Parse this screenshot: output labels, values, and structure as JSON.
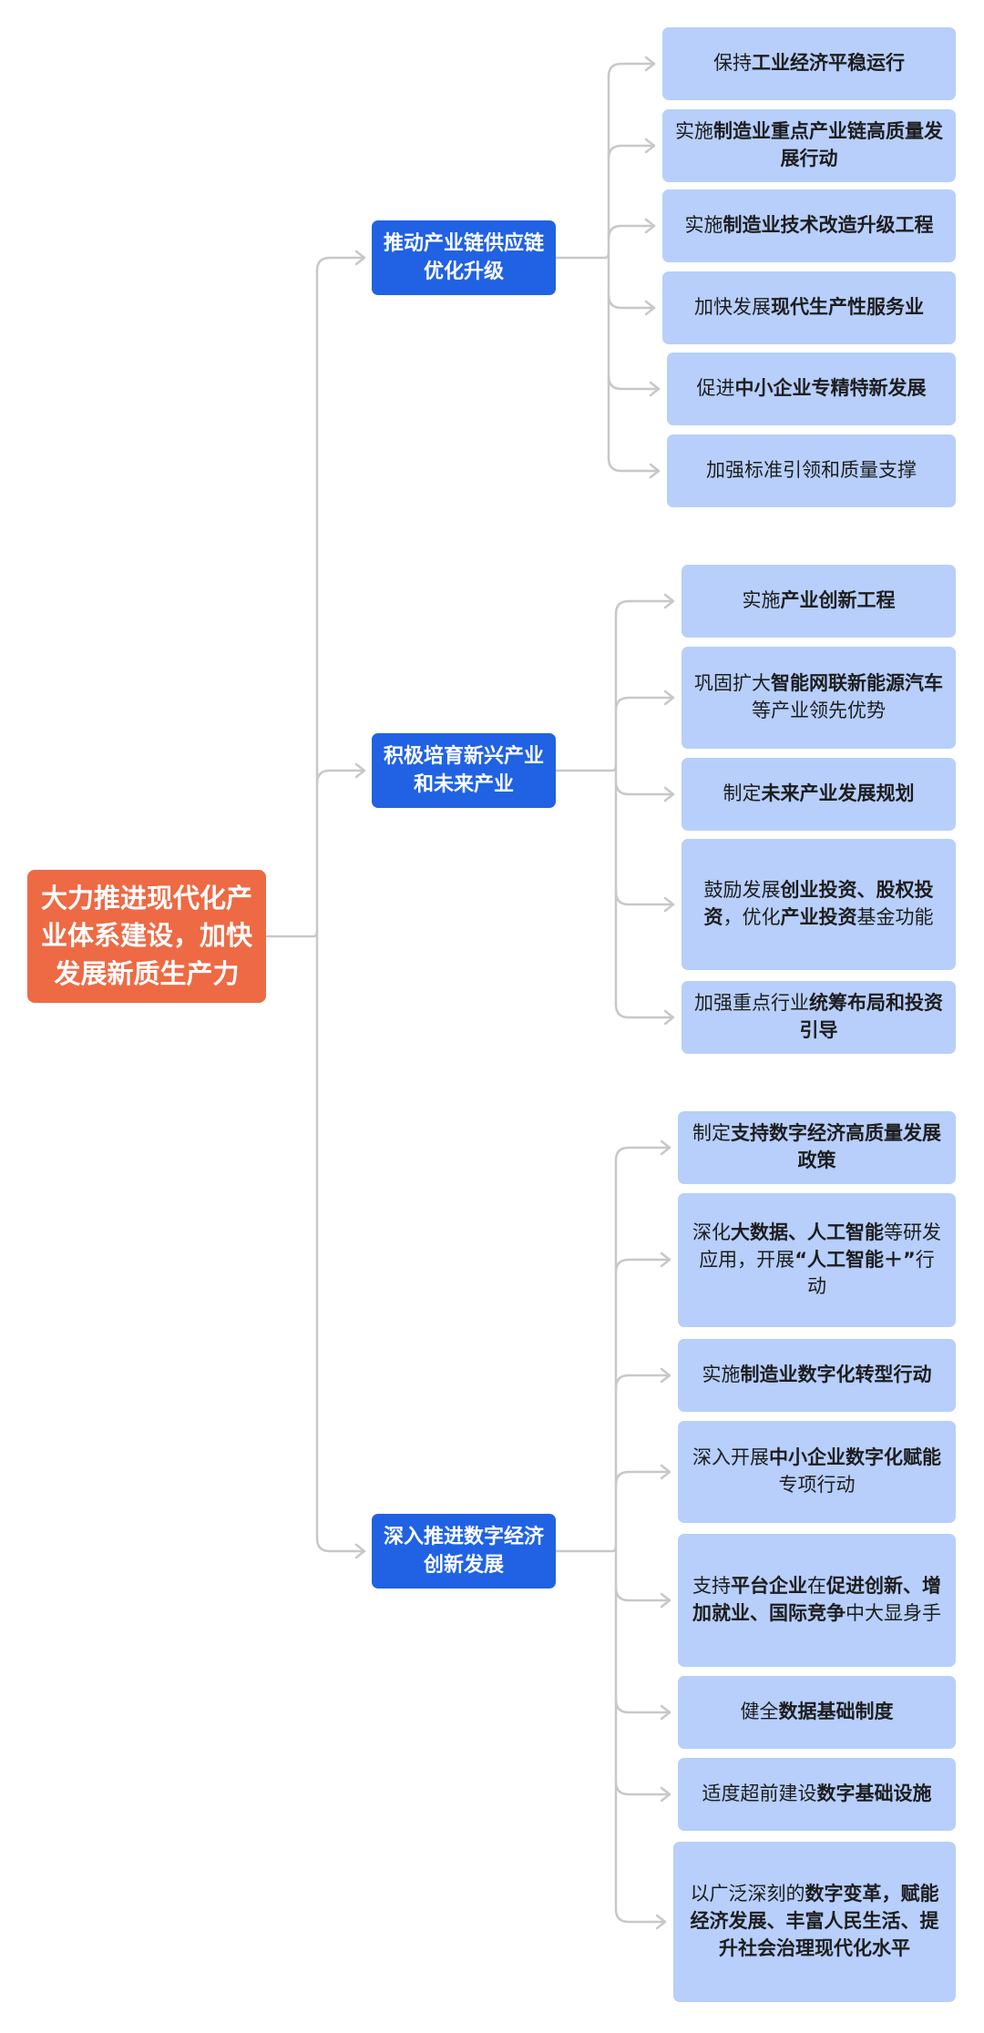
{
  "root": {
    "label": "大力推进现代化产业体系建设，加快发展新质生产力"
  },
  "branches": [
    {
      "label": "推动产业链供应链优化升级",
      "leaves": [
        [
          {
            "t": "保持"
          },
          {
            "t": "工业经济平稳运行",
            "b": true
          }
        ],
        [
          {
            "t": "实施"
          },
          {
            "t": "制造业重点产业链高质量发展行动",
            "b": true
          }
        ],
        [
          {
            "t": "实施"
          },
          {
            "t": "制造业技术改造升级工程",
            "b": true
          }
        ],
        [
          {
            "t": "加快发展"
          },
          {
            "t": "现代生产性服务业",
            "b": true
          }
        ],
        [
          {
            "t": "促进"
          },
          {
            "t": "中小企业专精特新发展",
            "b": true
          }
        ],
        [
          {
            "t": "加强标准引领和质量支撑"
          }
        ]
      ]
    },
    {
      "label": "积极培育新兴产业和未来产业",
      "leaves": [
        [
          {
            "t": "实施"
          },
          {
            "t": "产业创新工程",
            "b": true
          }
        ],
        [
          {
            "t": "巩固扩大"
          },
          {
            "t": "智能网联新能源汽车",
            "b": true
          },
          {
            "t": "等产业领先优势"
          }
        ],
        [
          {
            "t": "制定"
          },
          {
            "t": "未来产业发展规划",
            "b": true
          }
        ],
        [
          {
            "t": "鼓励发展"
          },
          {
            "t": "创业投资、股权投资",
            "b": true
          },
          {
            "t": "，优化"
          },
          {
            "t": "产业投资",
            "b": true
          },
          {
            "t": "基金功能"
          }
        ],
        [
          {
            "t": "加强重点行业"
          },
          {
            "t": "统筹布局和投资引导",
            "b": true
          }
        ]
      ]
    },
    {
      "label": "深入推进数字经济创新发展",
      "leaves": [
        [
          {
            "t": "制定"
          },
          {
            "t": "支持数字经济高质量发展政策",
            "b": true
          }
        ],
        [
          {
            "t": "深化"
          },
          {
            "t": "大数据、人工智能",
            "b": true
          },
          {
            "t": "等研发应用，开展"
          },
          {
            "t": "“人工智能＋”",
            "b": true
          },
          {
            "t": "行动"
          }
        ],
        [
          {
            "t": "实施"
          },
          {
            "t": "制造业数字化转型行动",
            "b": true
          }
        ],
        [
          {
            "t": "深入开展"
          },
          {
            "t": "中小企业数字化赋能",
            "b": true
          },
          {
            "t": "专项行动"
          }
        ],
        [
          {
            "t": "支持"
          },
          {
            "t": "平台企业",
            "b": true
          },
          {
            "t": "在"
          },
          {
            "t": "促进创新、增加就业、国际竞争",
            "b": true
          },
          {
            "t": "中大显身手"
          }
        ],
        [
          {
            "t": "健全"
          },
          {
            "t": "数据基础制度",
            "b": true
          }
        ],
        [
          {
            "t": "适度超前建设"
          },
          {
            "t": "数字基础设施",
            "b": true
          }
        ],
        [
          {
            "t": "以广泛深刻的"
          },
          {
            "t": "数字变革，赋能经济发展、丰富人民生活、提升社会治理现代化水平",
            "b": true
          }
        ]
      ]
    }
  ],
  "colors": {
    "root": "#ed6a45",
    "branch": "#2062e3",
    "leaf": "#b7cffa",
    "connector": "#c8c8c8"
  }
}
